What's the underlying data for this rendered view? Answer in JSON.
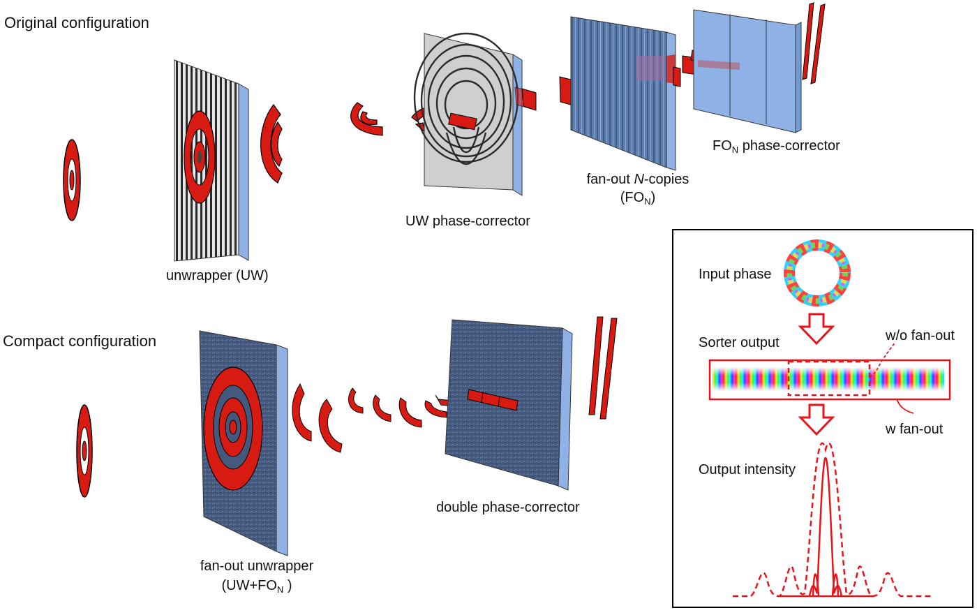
{
  "headings": {
    "original": "Original configuration",
    "compact": "Compact configuration"
  },
  "labels": {
    "unwrapper": "unwrapper (UW)",
    "uw_phase_corrector": "UW phase-corrector",
    "fanout_ncopies_prefix": "fan-out ",
    "fanout_ncopies_n": "N",
    "fanout_ncopies_suffix": "-copies",
    "fon_open": "(FO",
    "fon_sub": "N",
    "fon_close": ")",
    "fon_corrector_prefix": "FO",
    "fon_corrector_sub": "N",
    "fon_corrector_suffix": " phase-corrector",
    "fanout_unwrapper": "fan-out unwrapper",
    "uw_fon_open": "(UW+FO",
    "uw_fon_sub": "N",
    "uw_fon_close": " )",
    "double_phase_corrector": "double phase-corrector"
  },
  "inset": {
    "input_phase": "Input phase",
    "sorter_output": "Sorter output",
    "output_intensity": "Output intensity",
    "without_fanout": "w/o fan-out",
    "with_fanout": "w fan-out"
  },
  "colors": {
    "beam_red": "#d81b12",
    "beam_dark": "#8a0b06",
    "plate_edge": "#8fb2e6",
    "plate_blue": "#6f9bd1",
    "plate_navy": "#3b4f72",
    "annot_red": "#e8141a"
  }
}
